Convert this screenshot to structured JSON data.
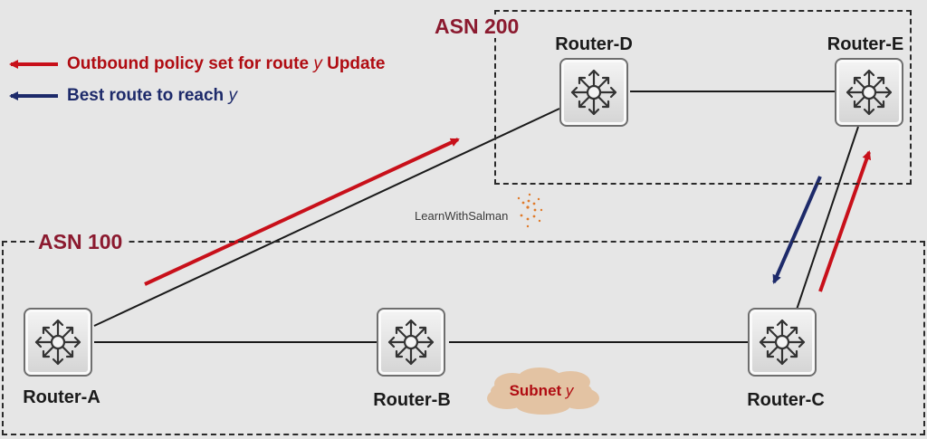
{
  "legend": {
    "outbound": {
      "text": "Outbound policy set for route ",
      "var": "y",
      "suffix": " Update",
      "color": "#b00c12"
    },
    "best": {
      "text": "Best route to reach ",
      "var": "y",
      "color": "#1d2a6a"
    }
  },
  "asn200": {
    "label": "ASN 200"
  },
  "asn100": {
    "label": "ASN 100"
  },
  "routers": {
    "a": "Router-A",
    "b": "Router-B",
    "c": "Router-C",
    "d": "Router-D",
    "e": "Router-E"
  },
  "subnet": {
    "text": "Subnet ",
    "var": "y"
  },
  "watermark": {
    "text": "LearnWithSalman"
  },
  "icons": {
    "router": "router-icon"
  },
  "colors": {
    "asn_label": "#8b1a2f",
    "red_arrow": "#c8101a",
    "blue_arrow": "#1d2a6a",
    "subnet_cloud": "#e3c3a3"
  }
}
